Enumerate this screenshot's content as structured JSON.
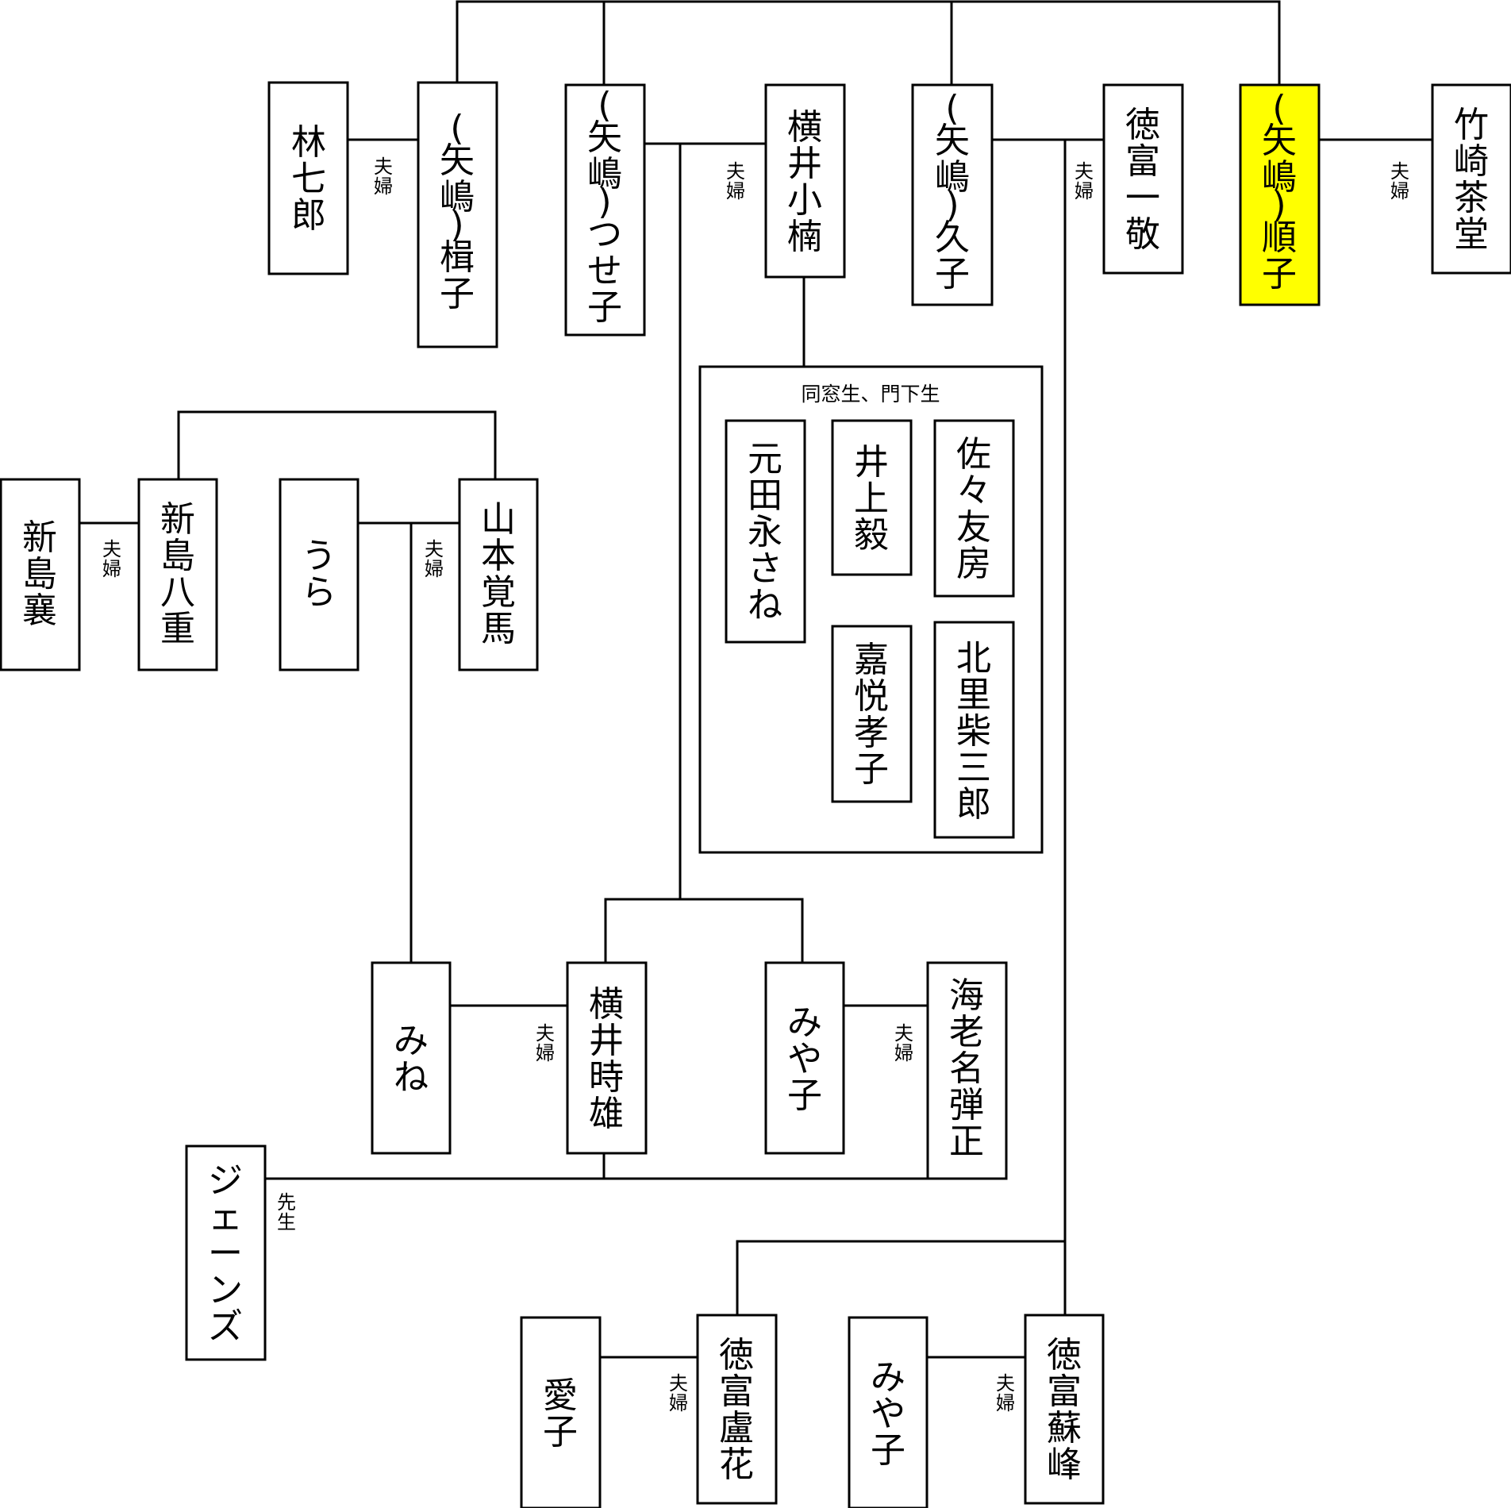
{
  "people": {
    "hayashi_shichiro": "林七郎",
    "yajima_kajiko": "(矢嶋) 楫子",
    "yajima_tsuseko": "(矢嶋) つせ子",
    "yokoi_shonan": "横井小楠",
    "yajima_hisako": "(矢嶋) 久子",
    "tokutomi_kazutaka": "徳富一敬",
    "yajima_junko": "(矢嶋) 順子",
    "takezaki_sado": "竹崎茶堂",
    "motoda_nagazane": "元田永さね",
    "inoue_kowashi": "井上毅",
    "sasa_tomofusa": "佐々友房",
    "kaetsu_takako": "嘉悦孝子",
    "kitasato_shibasaburo": "北里柴三郎",
    "niijima_jo": "新島襄",
    "niijima_yae": "新島八重",
    "ura": "うら",
    "yamamoto_kakuma": "山本覚馬",
    "mine": "みね",
    "yokoi_tokio": "横井時雄",
    "miyako_1": "みや子",
    "ebina_danjo": "海老名弾正",
    "janes": "ジェーンズ",
    "aiko": "愛子",
    "tokutomi_roka": "徳富盧花",
    "miyako_2": "みや子",
    "tokutomi_soho": "徳富蘇峰"
  },
  "relations": {
    "couple": "夫婦",
    "teacher": "先生"
  },
  "group": {
    "label": "同窓生、門下生"
  },
  "colors": {
    "highlight": "#ffff00",
    "box_fill": "#ffffff",
    "stroke": "#000000"
  }
}
